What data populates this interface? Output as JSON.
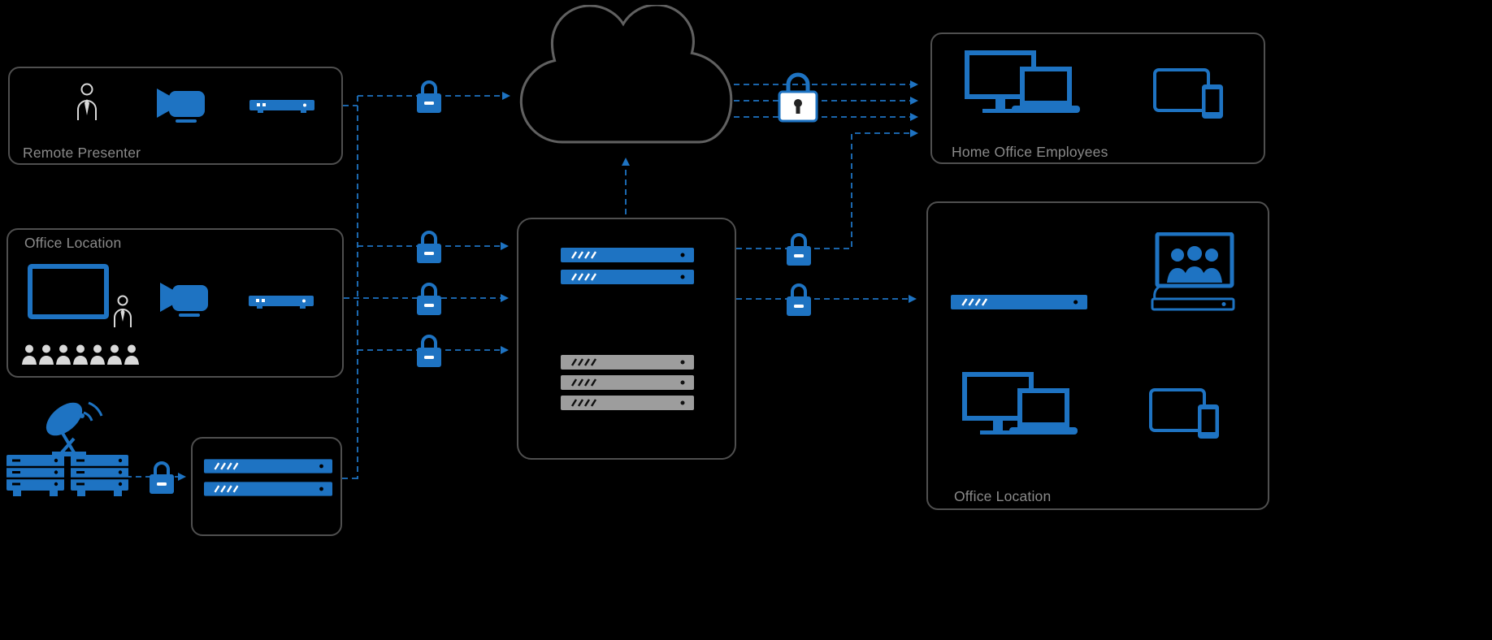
{
  "diagram": {
    "groups": {
      "remote_presenter": {
        "label": "Remote Presenter"
      },
      "office_left": {
        "label": "Office Location"
      },
      "home_office": {
        "label": "Home Office Employees"
      },
      "office_right": {
        "label": "Office Location"
      }
    },
    "central_hub": {
      "blue_server_count": 2,
      "gray_server_count": 3
    },
    "edge_servers_box": {
      "server_count": 2
    },
    "locks": {
      "count": 8
    },
    "colors": {
      "background": "#000000",
      "accent_blue": "#1E73C2",
      "device_gray": "#9D9D9D",
      "box_border": "#4F4F4F",
      "label_gray": "#8A8A8A",
      "cloud_outline": "#606060",
      "figure_white": "#D9D9D9"
    },
    "icons": [
      "presenter-person-icon",
      "video-camera-icon",
      "codec-device-icon",
      "display-screen-icon",
      "audience-icon",
      "satellite-dish-icon",
      "server-rack-icon",
      "padlock-icon",
      "cloud-icon",
      "server-icon",
      "desktop-monitor-icon",
      "laptop-icon",
      "tablet-icon",
      "smartphone-icon",
      "video-conference-icon"
    ]
  }
}
